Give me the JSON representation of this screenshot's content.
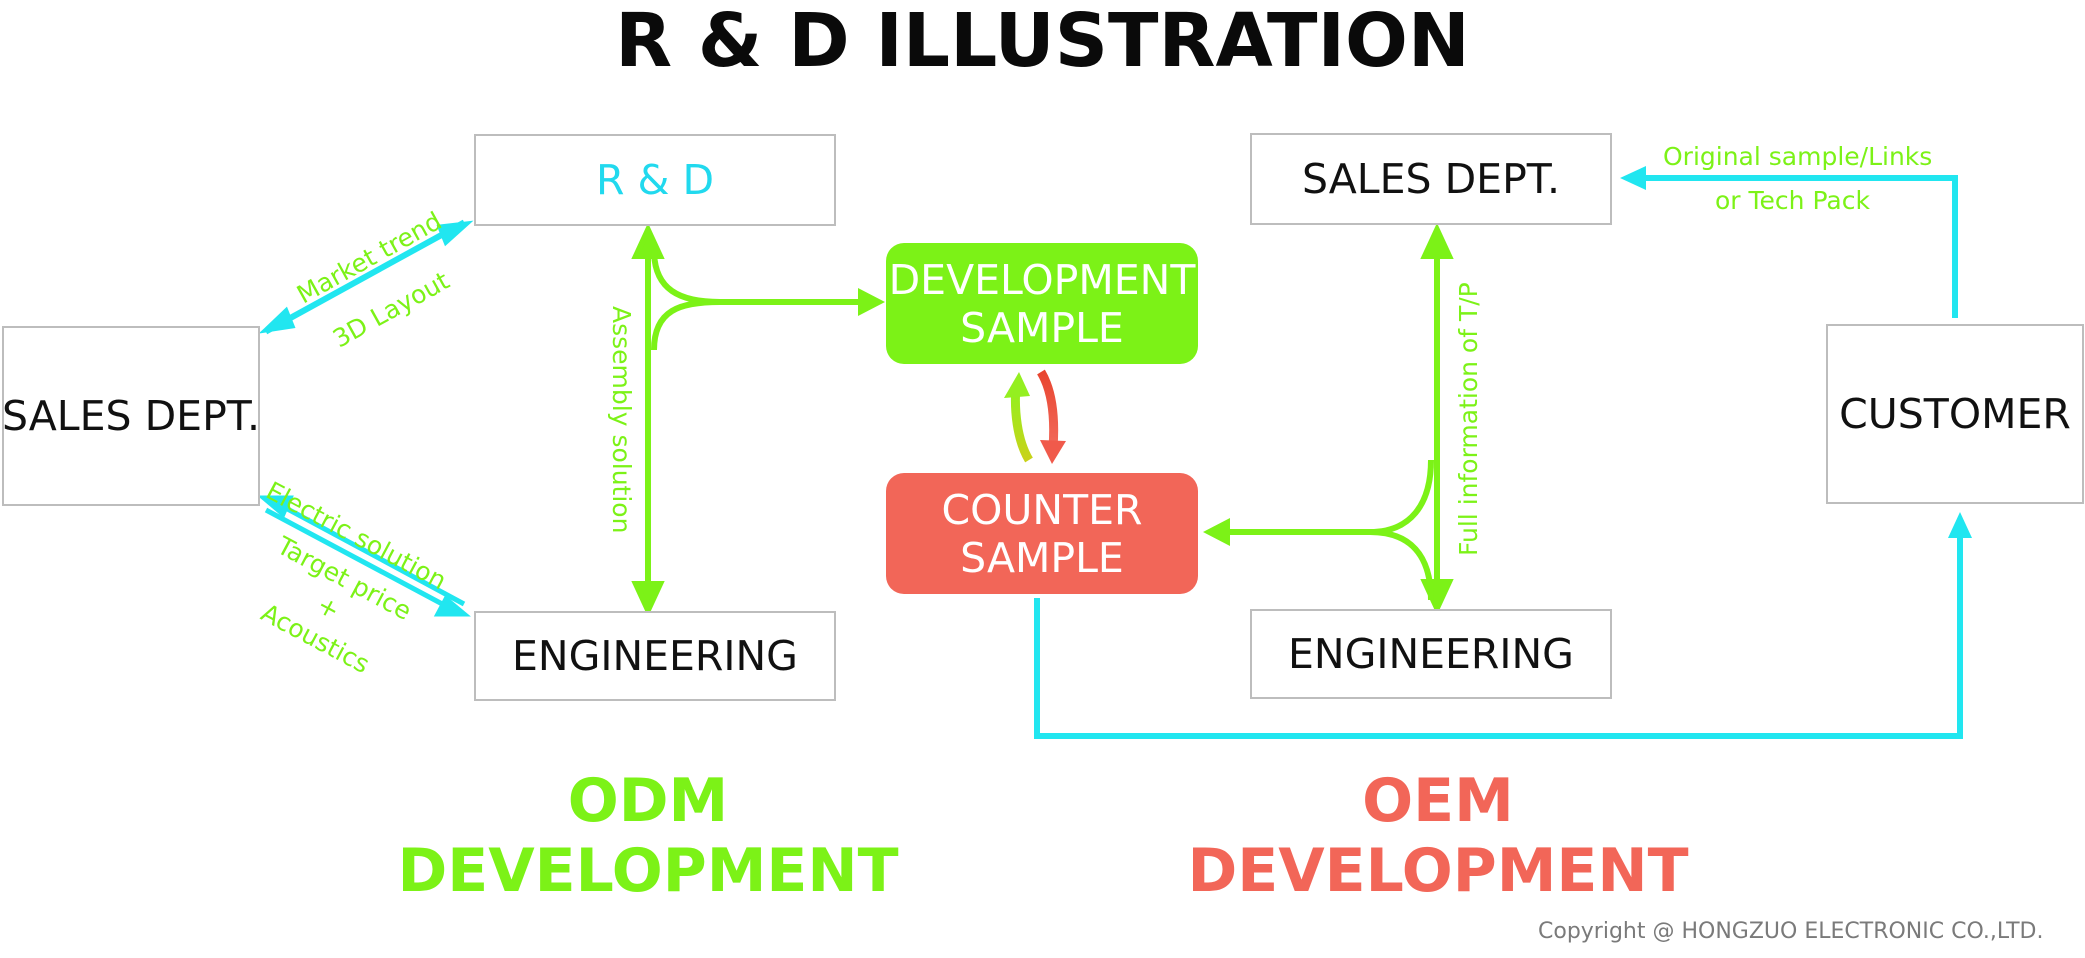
{
  "title": "R & D ILLUSTRATION",
  "boxes": {
    "rd": "R & D",
    "sales_left": "SALES DEPT.",
    "engineering_left": "ENGINEERING",
    "sales_right": "SALES DEPT.",
    "engineering_right": "ENGINEERING",
    "customer": "CUSTOMER"
  },
  "nodes": {
    "development_sample": [
      "DEVELOPMENT",
      "SAMPLE"
    ],
    "counter_sample": [
      "COUNTER",
      "SAMPLE"
    ]
  },
  "labels": {
    "market_trend": "Market trend",
    "layout_3d": "3D Layout",
    "electric_solution": "Electric solution",
    "target_price": "Target price",
    "plus": "+",
    "acoustics": "Acoustics",
    "assembly_solution": "Assembly solution",
    "full_information": "Full information of T/P",
    "original_sample_links": "Original sample/Links",
    "tech_pack": "or Tech Pack"
  },
  "sections": {
    "odm": [
      "ODM",
      "DEVELOPMENT"
    ],
    "oem": [
      "OEM",
      "DEVELOPMENT"
    ]
  },
  "copyright": "Copyright @ HONGZUO ELECTRONIC CO.,LTD.",
  "colors": {
    "green": "#7cf217",
    "cyan": "#21e6f0",
    "salmon": "#f26658",
    "red_arrow": "#f0453a",
    "box_border": "#bdbdbd",
    "rd_text": "#21d9ee"
  }
}
